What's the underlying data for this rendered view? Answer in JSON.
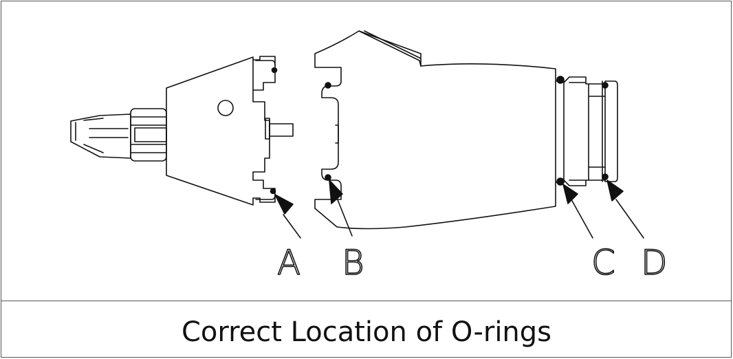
{
  "caption": "Correct Location of O-rings",
  "labels": {
    "a": "A",
    "b": "B",
    "c": "C",
    "d": "D"
  },
  "colors": {
    "line": "#111111",
    "background": "#ffffff",
    "frame": "#555555"
  }
}
